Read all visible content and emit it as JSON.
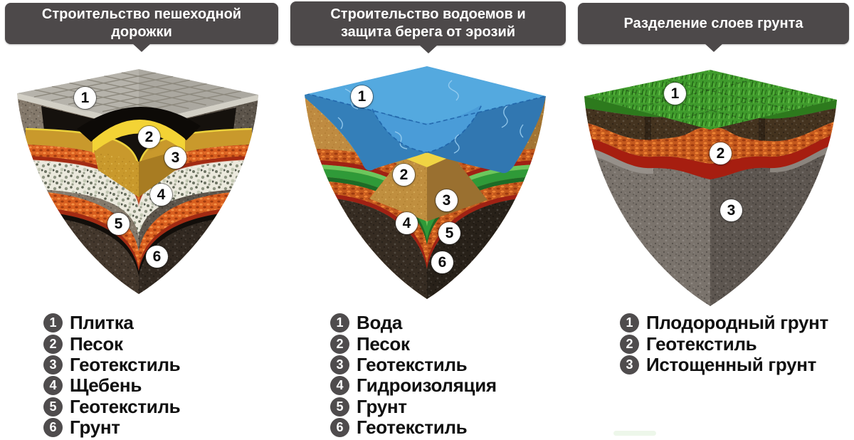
{
  "panels": [
    {
      "id": "walkway",
      "title": "Строительство пешеходной дорожки",
      "badges": [
        "1",
        "2",
        "3",
        "4",
        "5",
        "6"
      ],
      "legend": [
        {
          "num": "1",
          "label": "Плитка"
        },
        {
          "num": "2",
          "label": "Песок"
        },
        {
          "num": "3",
          "label": "Геотекстиль"
        },
        {
          "num": "4",
          "label": "Щебень"
        },
        {
          "num": "5",
          "label": "Геотекстиль"
        },
        {
          "num": "6",
          "label": "Грунт"
        }
      ]
    },
    {
      "id": "pond",
      "title": "Строительство водоемов и защита берега от эрозий",
      "badges": [
        "1",
        "2",
        "3",
        "4",
        "5",
        "6"
      ],
      "legend": [
        {
          "num": "1",
          "label": "Вода"
        },
        {
          "num": "2",
          "label": "Песок"
        },
        {
          "num": "3",
          "label": "Геотекстиль"
        },
        {
          "num": "4",
          "label": "Гидроизоляция"
        },
        {
          "num": "5",
          "label": "Грунт"
        },
        {
          "num": "6",
          "label": "Геотекстиль"
        }
      ]
    },
    {
      "id": "layers",
      "title": "Разделение слоев грунта",
      "badges": [
        "1",
        "2",
        "3"
      ],
      "legend": [
        {
          "num": "1",
          "label": "Плодородный грунт"
        },
        {
          "num": "2",
          "label": "Геотекстиль"
        },
        {
          "num": "3",
          "label": "Истощенный грунт"
        }
      ]
    }
  ],
  "colors": {
    "background": "#ffffff",
    "header_bg": "#4d494a",
    "header_text": "#ffffff",
    "legend_badge_bg": "#4f4c4d",
    "cube_badge_bg": "#ffffff",
    "cube_badge_text": "#0b0b0b",
    "tile_gray": "#b6b3ab",
    "sand_yellow": "#f3d335",
    "sand_tan": "#c9992c",
    "geotextile_orange": "#c4591d",
    "red_stripe": "#a32a12",
    "gravel_white": "#ebe9dd",
    "hydro_green": "#2f9a38",
    "water_blue": "#3f93d0",
    "grass_green": "#3f9a2c",
    "fertile_brown": "#44331f",
    "depleted_gray": "#6e6760",
    "soil_dark": "#3a3026"
  }
}
